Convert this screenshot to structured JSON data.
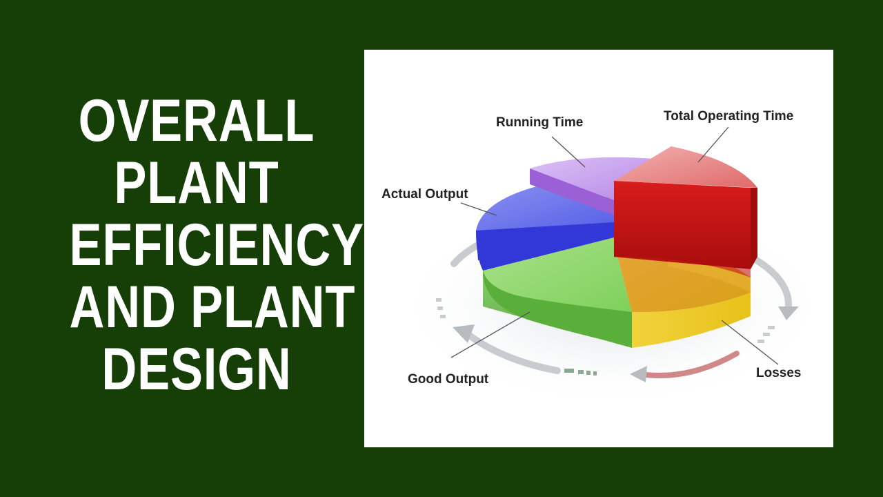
{
  "title": {
    "lines": [
      "OVERALL",
      "PLANT",
      "EFFICIENCY",
      "AND PLANT",
      "DESIGN"
    ]
  },
  "diagram": {
    "labels": {
      "running_time": "Running Time",
      "total_operating_time": "Total Operating Time",
      "actual_output": "Actual Output",
      "good_output": "Good Output",
      "losses": "Losses"
    }
  },
  "colors": {
    "background": "#163f07",
    "title_text": "#ffffff",
    "total_operating_time": "#cc1a1a",
    "running_time": "#b77ee6",
    "actual_output": "#3340e0",
    "good_output": "#6ccc48",
    "losses": "#e8a418"
  }
}
